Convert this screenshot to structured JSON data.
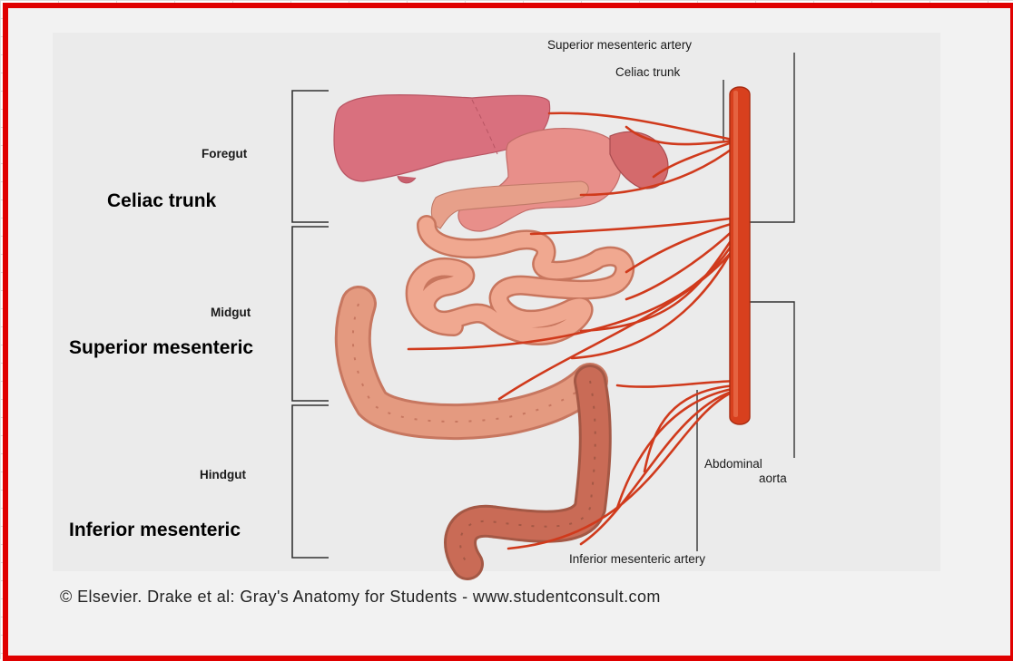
{
  "labels": {
    "superior_mesenteric_artery": "Superior mesenteric artery",
    "celiac_trunk_top": "Celiac trunk",
    "abdominal_aorta_line1": "Abdominal",
    "abdominal_aorta_line2": "aorta",
    "inferior_mesenteric_artery": "Inferior mesenteric artery"
  },
  "regions": {
    "foregut": "Foregut",
    "midgut": "Midgut",
    "hindgut": "Hindgut"
  },
  "annotations": {
    "celiac": "Celiac trunk",
    "superior": "Superior mesenteric",
    "inferior": "Inferior mesenteric"
  },
  "caption": "© Elsevier. Drake et al: Gray's Anatomy for Students - www.studentconsult.com",
  "colors": {
    "frame": "#e00000",
    "artery": "#d03a1c",
    "aorta": "#d8401e",
    "liver": "#d9707e",
    "stomach": "#e88f8a",
    "intestine": "#e79a80",
    "colon": "#d98a70",
    "sigmoid": "#c56a55"
  }
}
